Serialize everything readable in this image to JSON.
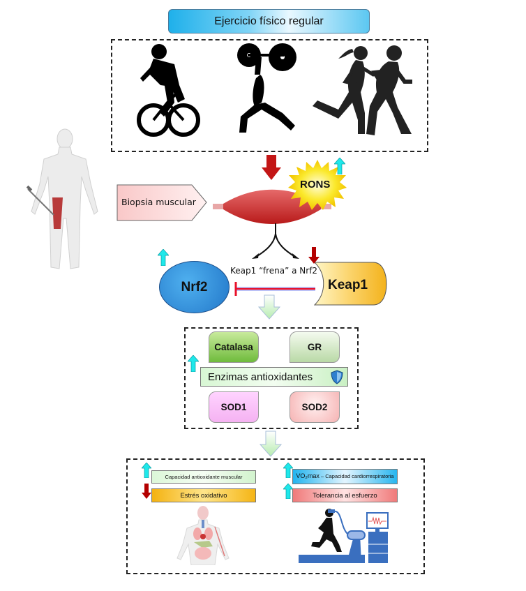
{
  "header": {
    "title": "Ejercicio físico  regular"
  },
  "exercise_panel": {
    "icons": [
      "cyclist-icon",
      "weightlifter-icon",
      "runners-icon"
    ]
  },
  "biopsy": {
    "label": "Biopsia muscular"
  },
  "rons": {
    "label": "RONS",
    "trend": "up"
  },
  "muscle": {
    "trend": "down"
  },
  "nrf2": {
    "label": "Nrf2",
    "trend": "up"
  },
  "keap1": {
    "label": "Keap1",
    "trend": "down"
  },
  "inhibition": {
    "label": "Keap1 “frena” a Nrf2"
  },
  "enzymes": {
    "title": "Enzimas antioxidantes",
    "trend": "up",
    "items": [
      {
        "label": "Catalasa"
      },
      {
        "label": "GR"
      },
      {
        "label": "SOD1"
      },
      {
        "label": "SOD2"
      }
    ]
  },
  "outcomes": {
    "left": [
      {
        "label": "Capacidad antioxidante muscular",
        "trend": "up"
      },
      {
        "label": "Estrés oxidativo",
        "trend": "down"
      }
    ],
    "right": [
      {
        "label_main": "VO₂max",
        "label_sub": " – Capacidad cardiorrespiratoria",
        "trend": "up"
      },
      {
        "label": "Tolerancia al esfuerzo",
        "trend": "up"
      }
    ]
  },
  "colors": {
    "up_arrow": "#00e5e8",
    "down_arrow": "#b30000",
    "flow_arrow": "#c9f3c4",
    "inhibition": "#e8102a"
  }
}
